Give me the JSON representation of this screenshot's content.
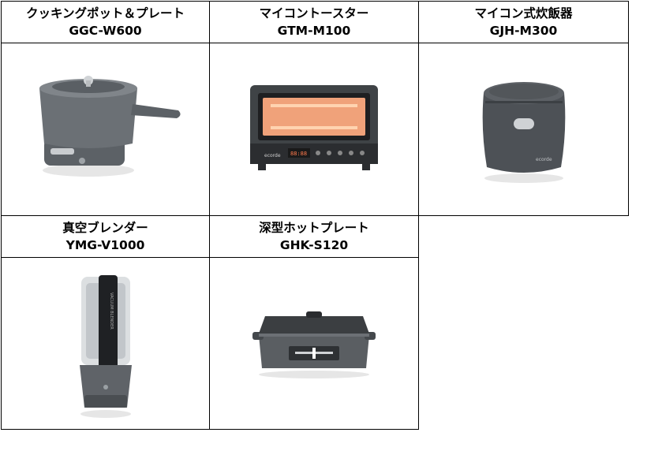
{
  "products": [
    {
      "name": "クッキングポット＆プレート",
      "model": "GGC-W600",
      "image_icon": "cooking-pot-icon"
    },
    {
      "name": "マイコントースター",
      "model": "GTM-M100",
      "image_icon": "toaster-oven-icon",
      "panel_brand": "ecorde",
      "panel_display": "88:88"
    },
    {
      "name": "マイコン式炊飯器",
      "model": "GJH-M300",
      "image_icon": "rice-cooker-icon",
      "body_brand": "ecorde"
    },
    {
      "name": "真空ブレンダー",
      "model": "YMG-V1000",
      "image_icon": "vacuum-blender-icon",
      "body_brand": "VACUUM BLENDER"
    },
    {
      "name": "深型ホットプレート",
      "model": "GHK-S120",
      "image_icon": "hot-plate-icon"
    }
  ]
}
